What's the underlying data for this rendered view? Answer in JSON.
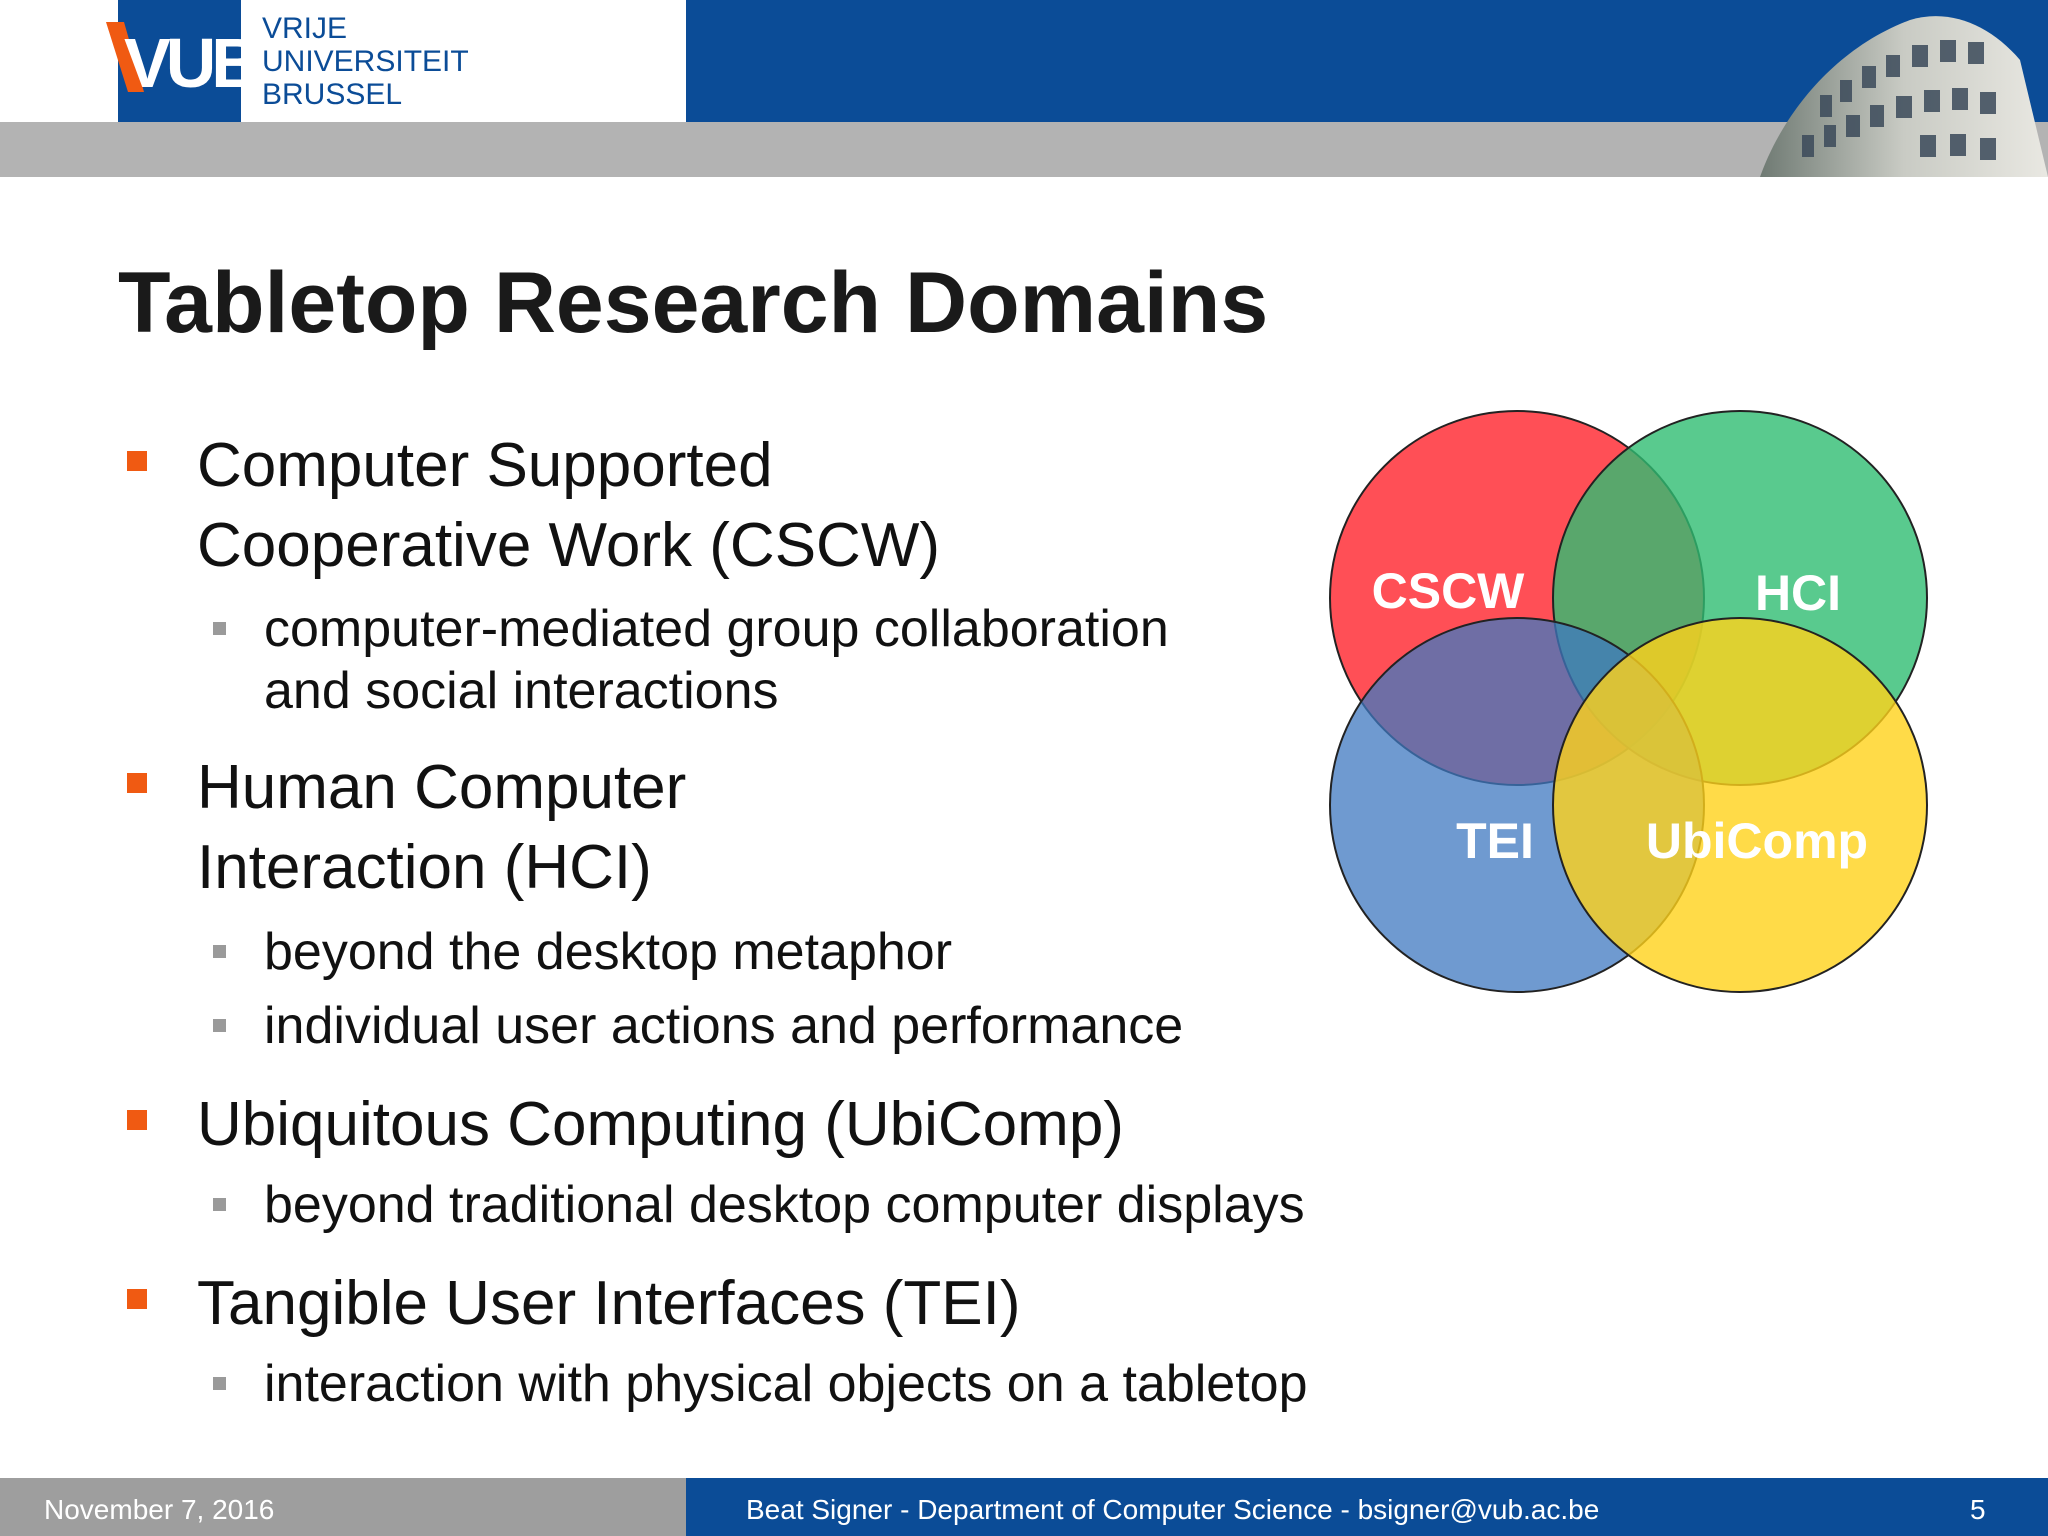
{
  "header": {
    "logo_text": "VUB",
    "university_lines": [
      "VRIJE",
      "UNIVERSITEIT",
      "BRUSSEL"
    ]
  },
  "slide": {
    "title": "Tabletop Research Domains",
    "bullets": [
      {
        "lines": [
          "Computer Supported",
          "Cooperative Work (CSCW)"
        ],
        "subbullets": [
          {
            "lines": [
              "computer-mediated group collaboration",
              "and social interactions"
            ]
          }
        ]
      },
      {
        "lines": [
          "Human Computer",
          "Interaction (HCI)"
        ],
        "subbullets": [
          {
            "lines": [
              "beyond the desktop metaphor"
            ]
          },
          {
            "lines": [
              "individual user actions and performance"
            ]
          }
        ]
      },
      {
        "lines": [
          "Ubiquitous Computing (UbiComp)"
        ],
        "subbullets": [
          {
            "lines": [
              "beyond traditional desktop computer displays"
            ]
          }
        ]
      },
      {
        "lines": [
          "Tangible User Interfaces (TEI)"
        ],
        "subbullets": [
          {
            "lines": [
              "interaction with physical objects on a tabletop"
            ]
          }
        ]
      }
    ]
  },
  "venn": {
    "labels": [
      "CSCW",
      "HCI",
      "TEI",
      "UbiComp"
    ],
    "colors": {
      "cscw": "#ff3c44",
      "hci": "#3cc27a",
      "tei": "#5a8cca",
      "ubicomp": "#ffd42a"
    }
  },
  "footer": {
    "date": "November 7, 2016",
    "center": "Beat Signer - Department of Computer Science - bsigner@vub.ac.be",
    "page": "5"
  },
  "colors": {
    "brand_blue": "#0b4c97",
    "bullet_orange": "#f05a12",
    "band_grey": "#b3b3b3"
  }
}
